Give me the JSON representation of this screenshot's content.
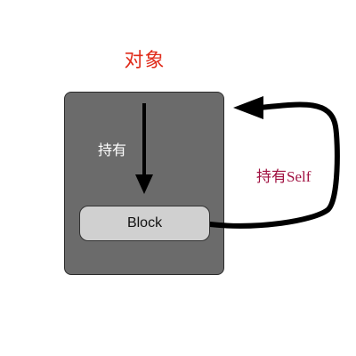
{
  "title": "对象",
  "object_box": {
    "inner_label": "持有"
  },
  "block": {
    "label": "Block"
  },
  "self_reference": {
    "label": "持有Self"
  },
  "colors": {
    "title_text": "#e02b1a",
    "inner_label_text": "#ffffff",
    "self_label_text": "#a01040",
    "object_fill": "#6b6b6b",
    "block_fill": "#d0d0d0",
    "arrow": "#000000"
  }
}
